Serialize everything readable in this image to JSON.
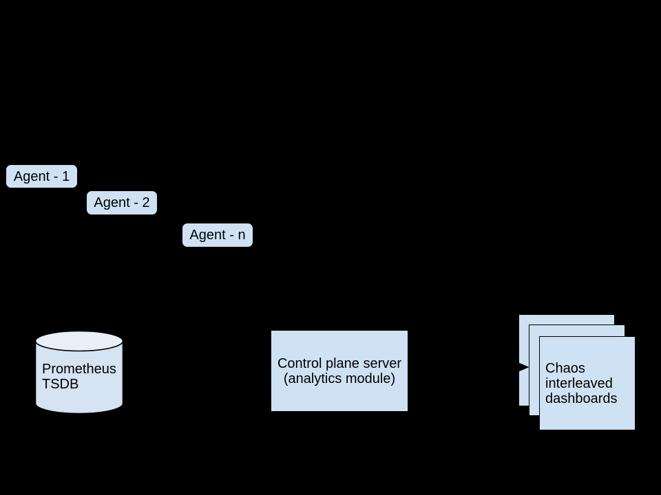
{
  "canvas": {
    "background": "#000000"
  },
  "palette": {
    "node_fill": "#cfe2f3",
    "cylinder_body_fill": "#d5e3f3",
    "cylinder_top_fill": "#e8eff9",
    "node_stroke": "#000000",
    "text_color": "#000000",
    "connector_color": "#000000"
  },
  "nodes": {
    "agents": [
      {
        "id": "agent-1",
        "label": "Agent - 1"
      },
      {
        "id": "agent-2",
        "label": "Agent - 2"
      },
      {
        "id": "agent-n",
        "label": "Agent - n"
      }
    ],
    "prometheus": {
      "shape": "cylinder",
      "line1": "Prometheus",
      "line2": "TSDB"
    },
    "control_plane": {
      "shape": "rectangle",
      "line1": "Control plane server",
      "line2": "(analytics module)"
    },
    "dashboards": {
      "shape": "stacked-cards",
      "card_count": 3,
      "line1": "Chaos",
      "line2": "interleaved",
      "line3": "dashboards"
    }
  },
  "connectors": [
    {
      "id": "control-plane-to-dashboards",
      "type": "arrowhead",
      "direction": "right"
    }
  ]
}
